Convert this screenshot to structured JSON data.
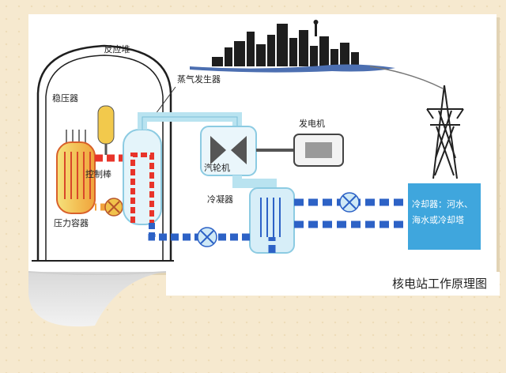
{
  "labels": {
    "reactor": "反应堆",
    "pressurizer": "稳压器",
    "steam_generator": "蒸气发生器",
    "control_rods": "控制棒",
    "pressure_vessel": "压力容器",
    "turbine": "汽轮机",
    "generator": "发电机",
    "condenser": "冷凝器",
    "cooler_line1": "冷却器：河水、",
    "cooler_line2": "海水或冷却塔"
  },
  "caption": "核电站工作原理图",
  "colors": {
    "hot_loop": "#e8342a",
    "cold_loop": "#2d62c6",
    "steam_pipe": "#b9e3f0",
    "cooler_fill": "#3fa6dd",
    "card": "#ffffff",
    "reactor_yellow": "#f3d96b",
    "reactor_orange": "#f1a23c"
  }
}
